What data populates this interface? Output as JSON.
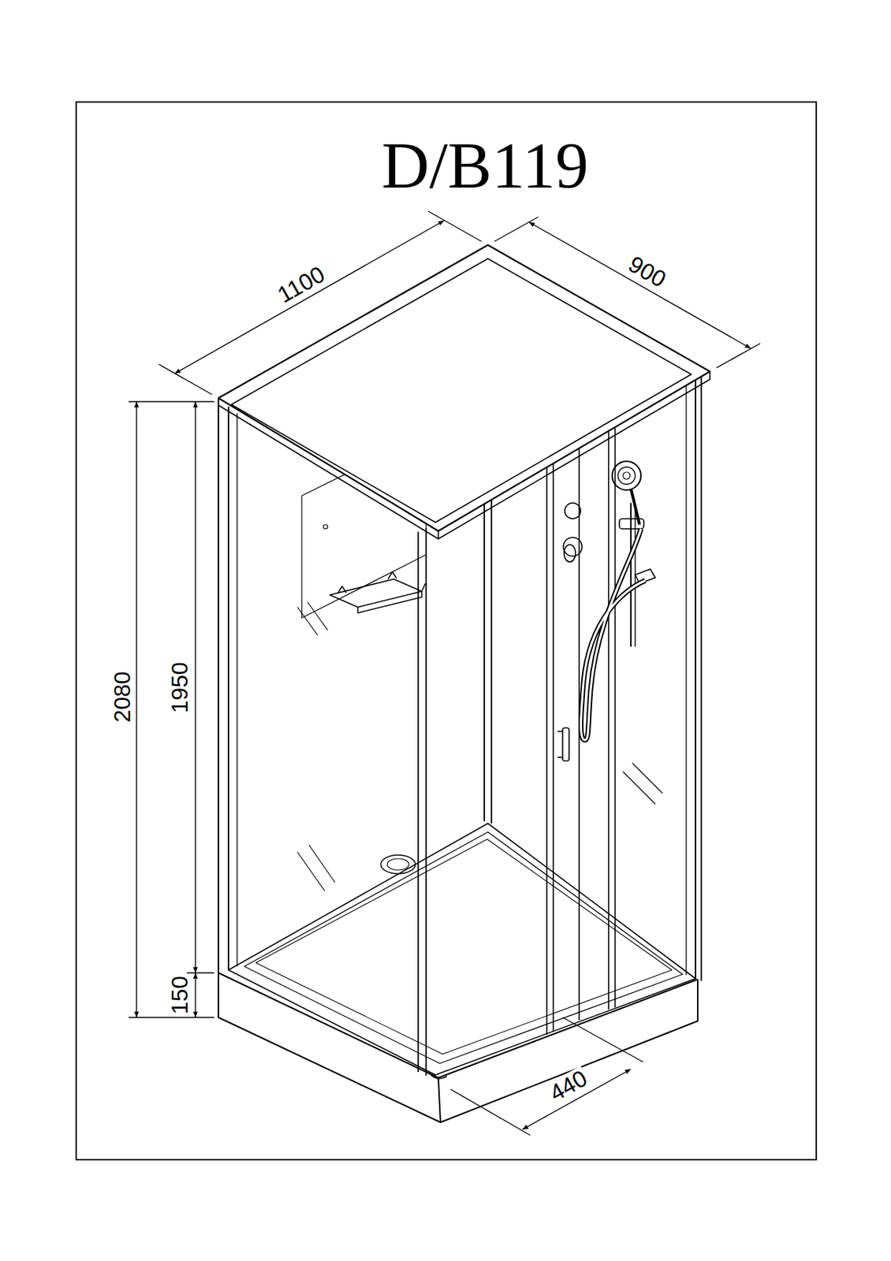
{
  "diagram": {
    "title": "D/B119",
    "labels": [
      "1100",
      "900",
      "2080",
      "1950",
      "150",
      "440"
    ]
  }
}
